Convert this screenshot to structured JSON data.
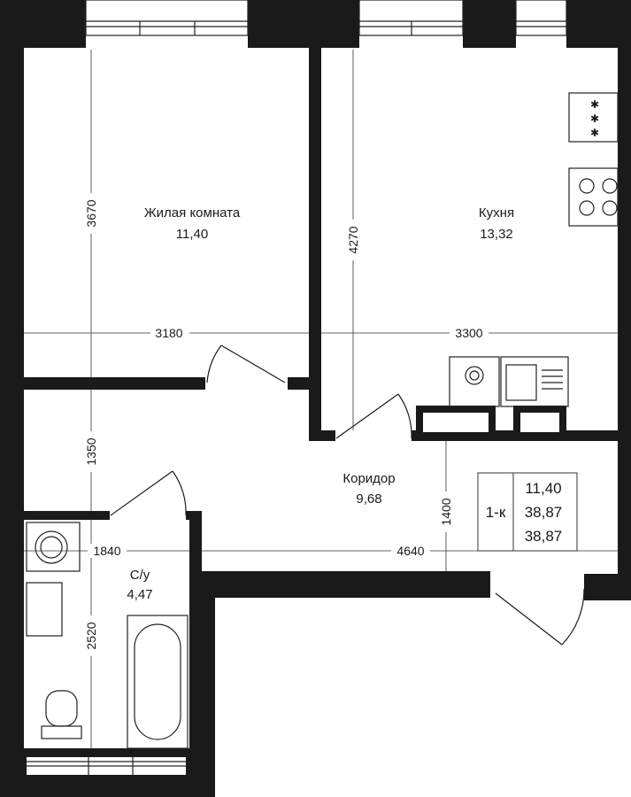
{
  "rooms": {
    "living": {
      "name": "Жилая комната",
      "area": "11,40"
    },
    "kitchen": {
      "name": "Кухня",
      "area": "13,32"
    },
    "corridor": {
      "name": "Коридор",
      "area": "9,68"
    },
    "bathroom": {
      "name": "С/у",
      "area": "4,47"
    }
  },
  "dimensions": {
    "living_height": "3670",
    "living_width": "3180",
    "kitchen_height": "4270",
    "kitchen_width": "3300",
    "corridor_left_height": "1350",
    "corridor_right_height": "1400",
    "corridor_width": "4640",
    "bath_width": "1840",
    "bath_height": "2520"
  },
  "summary": {
    "type": "1-к",
    "values": [
      "11,40",
      "38,87",
      "38,87"
    ]
  },
  "colors": {
    "wall": "#1a1a1a",
    "background": "#ffffff"
  }
}
